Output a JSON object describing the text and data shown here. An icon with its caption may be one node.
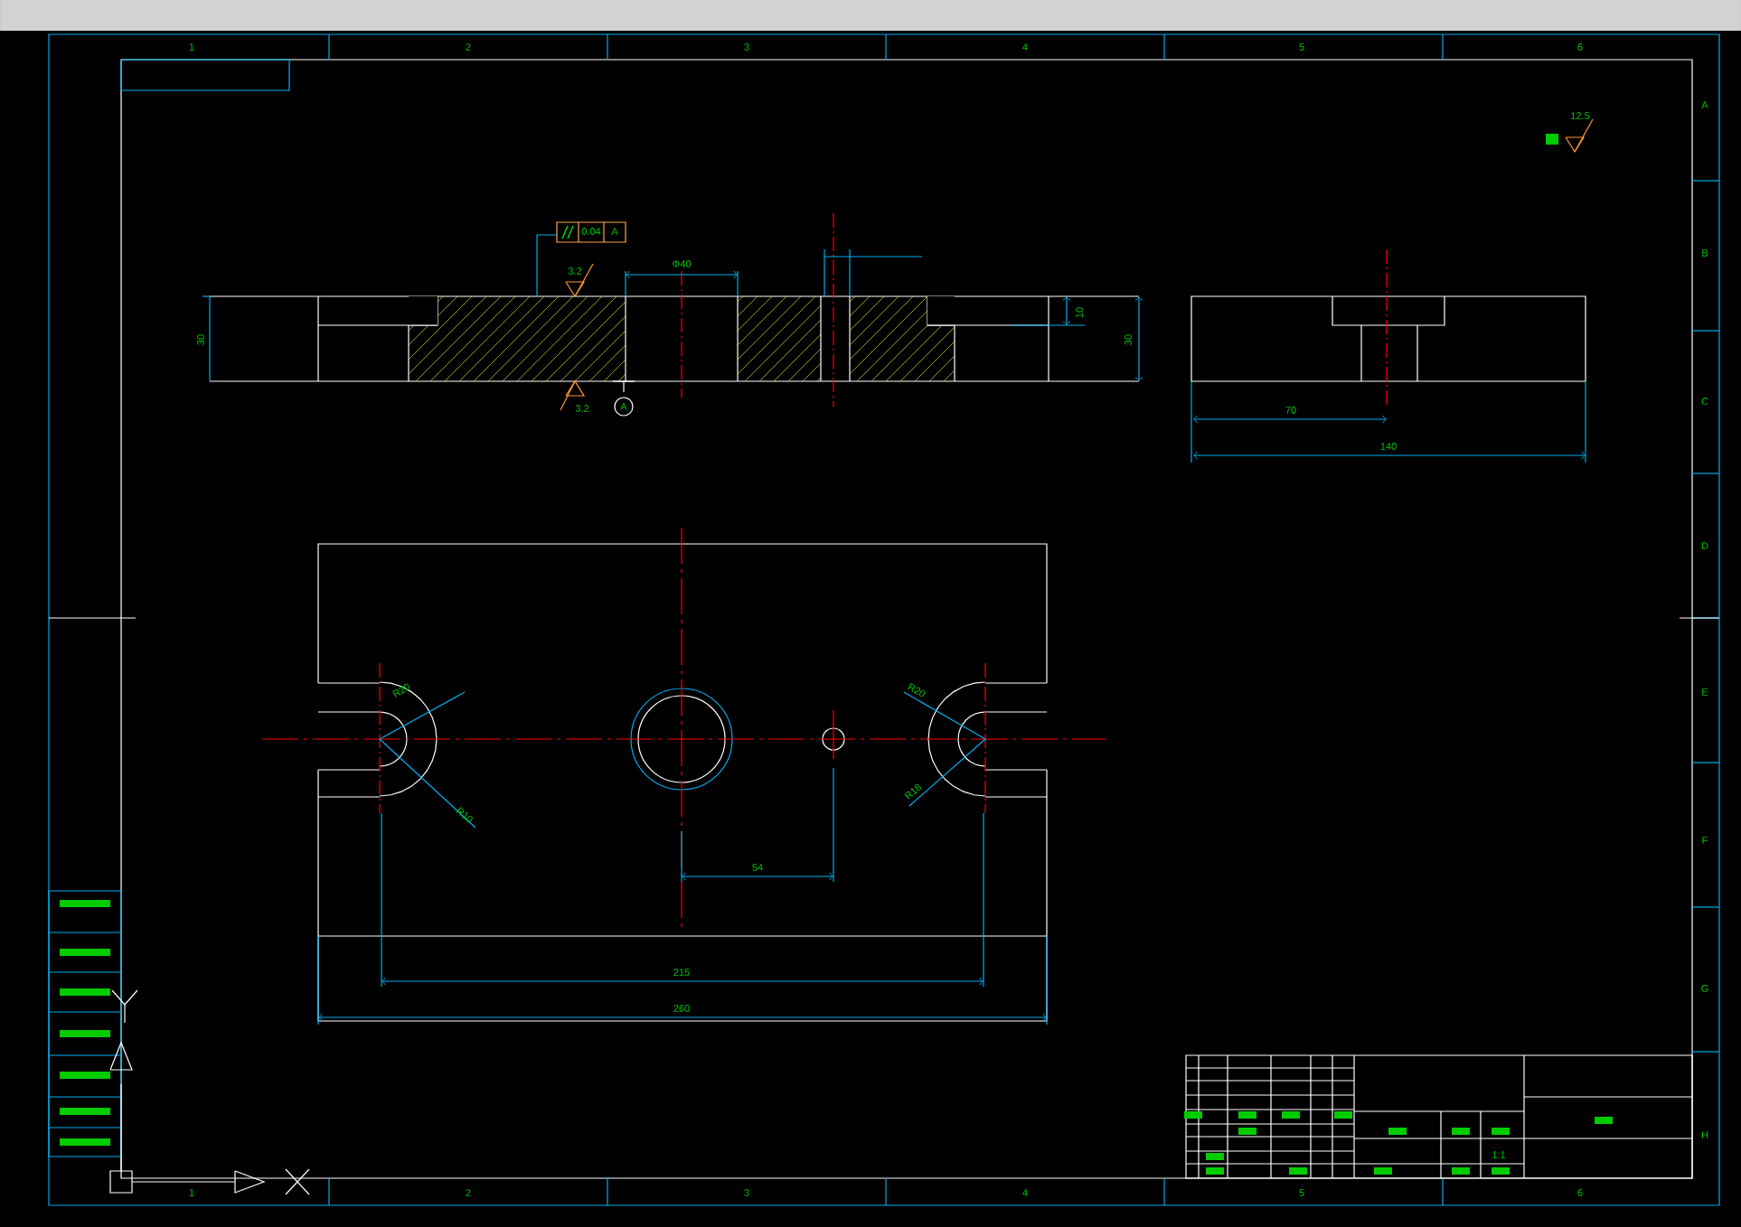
{
  "diagram": {
    "labels": [
      "1",
      "2",
      "3",
      "4",
      "5",
      "6",
      "A",
      "B",
      "C",
      "D",
      "E",
      "F",
      "G",
      "H",
      "0.04",
      "A",
      "3.2",
      "Φ40",
      "10",
      "30",
      "30",
      "3.2",
      "A",
      "12.5",
      "70",
      "140",
      "R20",
      "R10",
      "R20",
      "R18",
      "54",
      "215",
      "260",
      "1:1",
      "1",
      "2",
      "3",
      "4",
      "5",
      "6"
    ]
  }
}
